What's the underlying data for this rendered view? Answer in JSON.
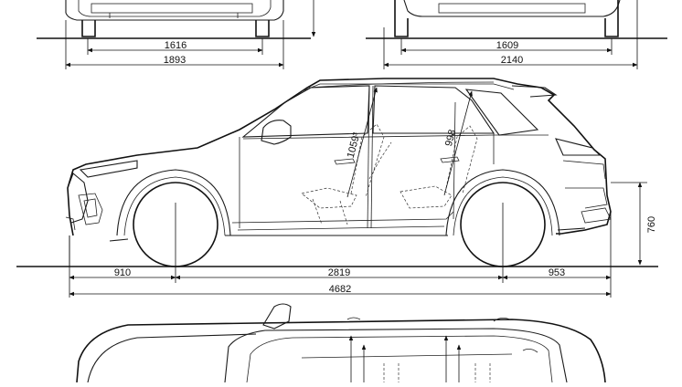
{
  "front_view": {
    "track_label": "1616",
    "width_label": "1893"
  },
  "rear_view": {
    "track_label": "1609",
    "width_label": "2140"
  },
  "side_view": {
    "front_overhang_label": "910",
    "wheelbase_label": "2819",
    "rear_overhang_label": "953",
    "length_label": "4682",
    "height_label": "760",
    "front_headroom_label": "1059³",
    "rear_headroom_label": "998"
  }
}
